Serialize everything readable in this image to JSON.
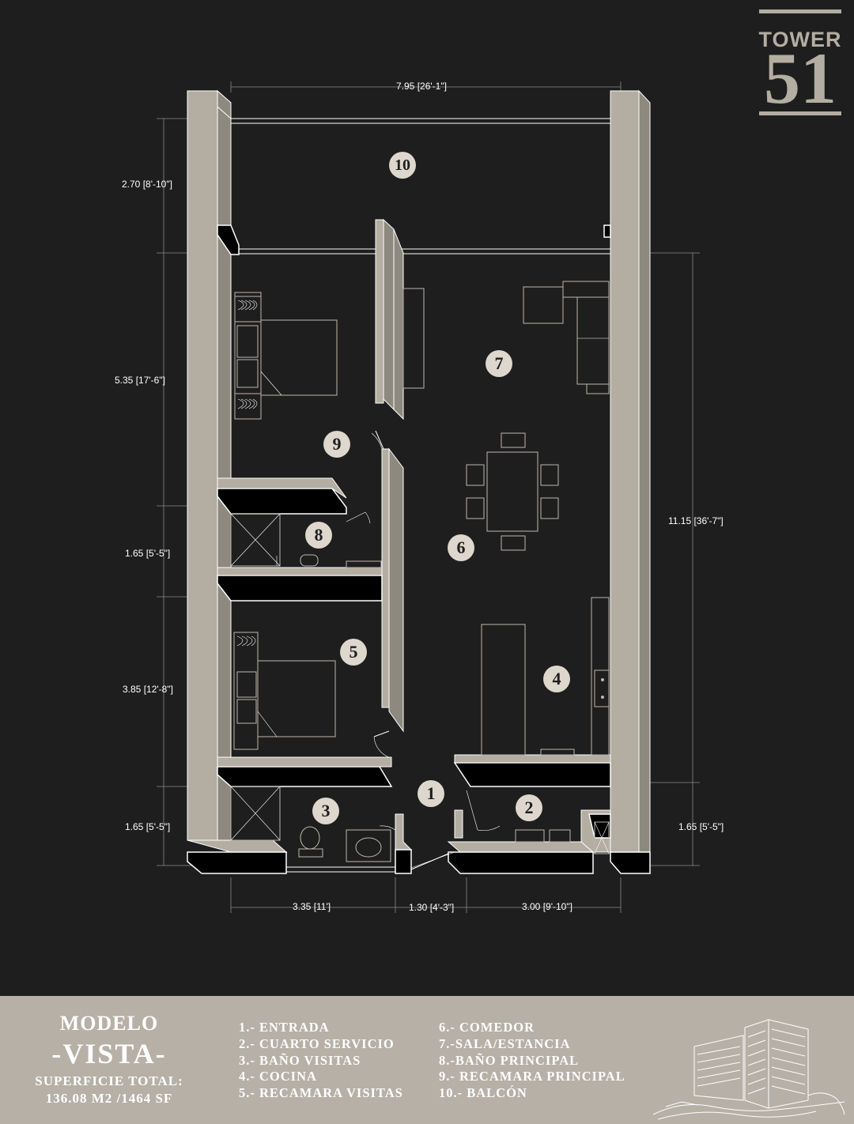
{
  "logo": {
    "line1": "TOWER",
    "line2": "51"
  },
  "dimensions": {
    "top_width": "7.95 [26'-1\"]",
    "balcony_depth": "2.70 [8'-10\"]",
    "bedroom_main": "5.35 [17'-6\"]",
    "bath_main": "1.65 [5'-5\"]",
    "bedroom_guest": "3.85 [12'-8\"]",
    "bath_guest_left": "1.65 [5'-5\"]",
    "right_total": "11.15 [36'-7\"]",
    "service_right": "1.65 [5'-5\"]",
    "bottom_left": "3.35 [11']",
    "bottom_entry": "1.30 [4'-3\"]",
    "bottom_right": "3.00 [9'-10\"]"
  },
  "rooms": [
    {
      "number": "1"
    },
    {
      "number": "2"
    },
    {
      "number": "3"
    },
    {
      "number": "4"
    },
    {
      "number": "5"
    },
    {
      "number": "6"
    },
    {
      "number": "7"
    },
    {
      "number": "8"
    },
    {
      "number": "9"
    },
    {
      "number": "10"
    }
  ],
  "footer": {
    "model_label": "MODELO",
    "model_name": "-VISTA-",
    "area_label": "SUPERFICIE TOTAL:",
    "area_value": "136.08 M2 /1464 SF",
    "legend_col1": [
      "1.- ENTRADA",
      "2.- CUARTO SERVICIO",
      "3.- BAÑO VISITAS",
      "4.- COCINA",
      "5.- RECAMARA VISITAS"
    ],
    "legend_col2": [
      "6.- COMEDOR",
      "7.-SALA/ESTANCIA",
      "8.-BAÑO PRINCIPAL",
      "9.- RECAMARA PRINCIPAL",
      "10.- BALCÓN"
    ]
  },
  "colors": {
    "background": "#1e1e1e",
    "wall": "#b3ada2",
    "footer": "#b6b0a6",
    "line": "#ffffff"
  }
}
